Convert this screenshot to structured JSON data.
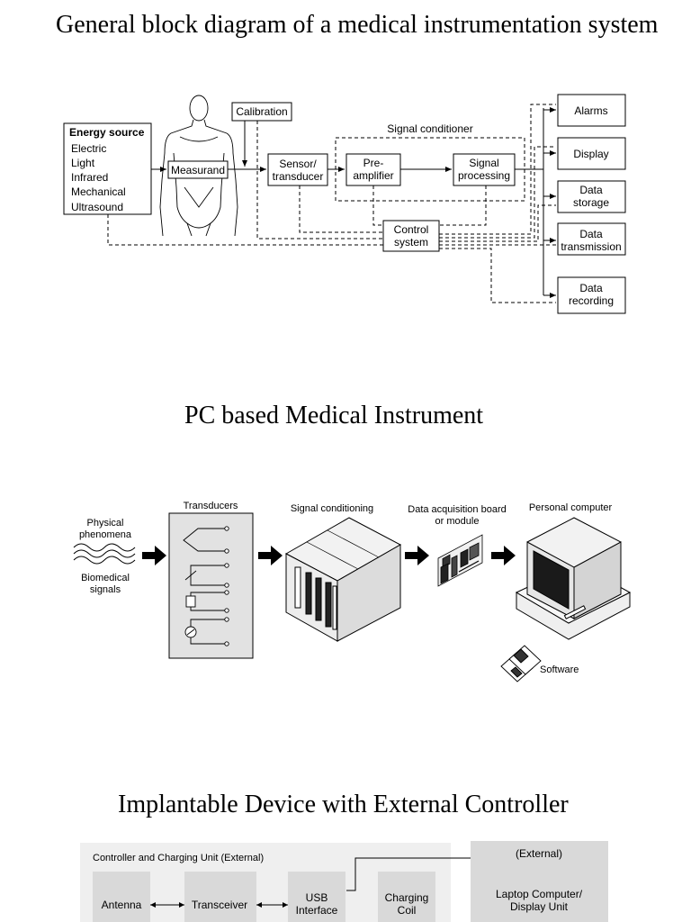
{
  "titles": {
    "diagram1": "General block diagram of a medical instrumentation system",
    "diagram2": "PC based Medical Instrument",
    "diagram3": "Implantable Device with External Controller"
  },
  "diagram1": {
    "energy_source": {
      "heading": "Energy source",
      "items": [
        "Electric",
        "Light",
        "Infrared",
        "Mechanical",
        "Ultrasound"
      ]
    },
    "calibration": "Calibration",
    "measurand": "Measurand",
    "sensor": [
      "Sensor/",
      "transducer"
    ],
    "signal_conditioner": "Signal conditioner",
    "preamp": [
      "Pre-",
      "amplifier"
    ],
    "signal_processing": [
      "Signal",
      "processing"
    ],
    "control_system": [
      "Control",
      "system"
    ],
    "outputs": {
      "alarms": [
        "Alarms"
      ],
      "display": [
        "Display"
      ],
      "storage": [
        "Data",
        "storage"
      ],
      "transmission": [
        "Data",
        "transmission"
      ],
      "recording": [
        "Data",
        "recording"
      ]
    }
  },
  "diagram2": {
    "physical": [
      "Physical",
      "phenomena"
    ],
    "biomedical": [
      "Biomedical",
      "signals"
    ],
    "transducers": "Transducers",
    "signal_conditioning": "Signal conditioning",
    "daq": [
      "Data acquisition board",
      "or module"
    ],
    "pc": "Personal computer",
    "software": "Software"
  },
  "diagram3": {
    "panel_title": "Controller and Charging Unit (External)",
    "antenna": "Antenna",
    "transceiver": "Transceiver",
    "usb": [
      "USB",
      "Interface"
    ],
    "charging": [
      "Charging",
      "Coil"
    ],
    "external": "(External)",
    "laptop": [
      "Laptop Computer/",
      "Display Unit"
    ]
  }
}
